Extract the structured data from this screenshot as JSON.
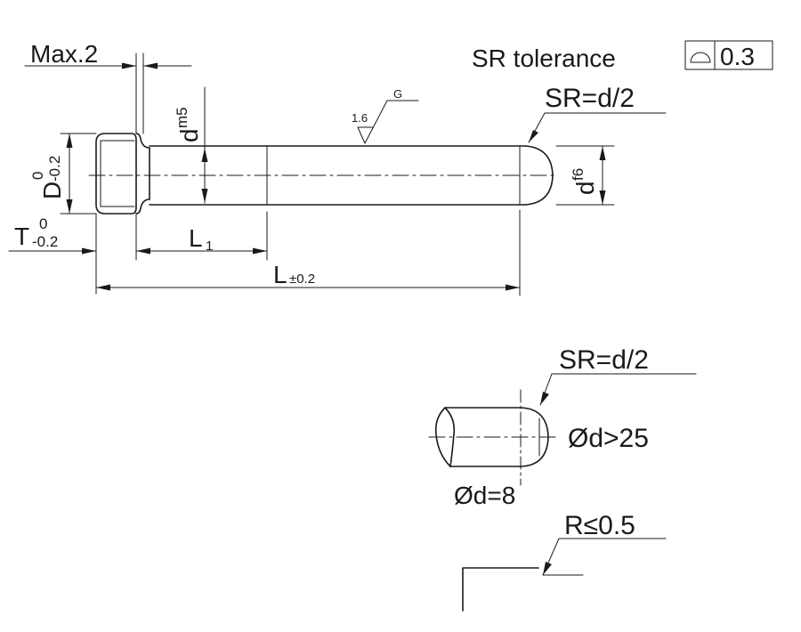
{
  "top_labels": {
    "max_groove": "Max.2",
    "sr_tolerance_label": "SR  tolerance",
    "sr_tolerance_value": "0.3",
    "roughness_value": "1.6",
    "roughness_process": "G",
    "sr_main": "SR=d/2"
  },
  "dimensions": {
    "head_diameter_symbol": "D",
    "head_diameter_upper": "0",
    "head_diameter_lower": "-0.2",
    "shank_fit_symbol": "d",
    "shank_fit_grade": "m5",
    "tip_fit_symbol": "d",
    "tip_fit_grade": "f6",
    "head_thickness_symbol": "T",
    "head_thickness_upper": "0",
    "head_thickness_lower": "-0.2",
    "l1_symbol": "L",
    "l1_subscript": "1",
    "length_symbol": "L",
    "length_tolerance": "±0.2"
  },
  "detail_large": {
    "sr_label": "SR=d/2",
    "diameter_gt": "Ød>25",
    "diameter_eq": "Ød=8"
  },
  "detail_edge": {
    "radius_label": "R≤0.5"
  }
}
